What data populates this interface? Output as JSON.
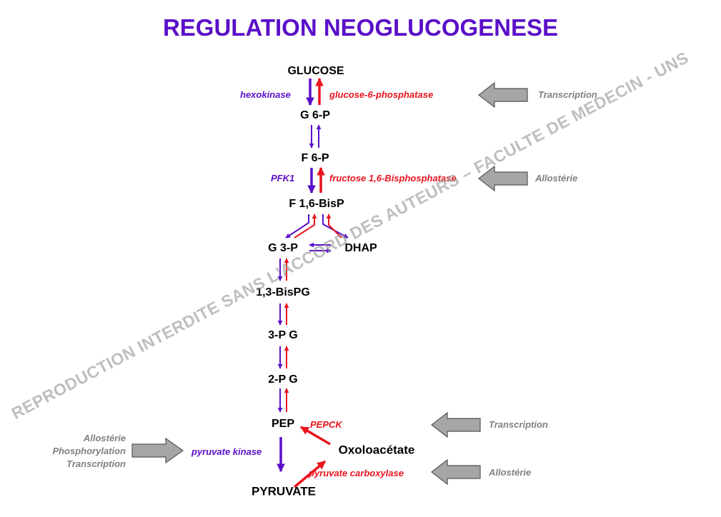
{
  "title": "REGULATION  NEOGLUCOGENESE",
  "watermark": "REPRODUCTION INTERDITE SANS L'ACCORD DES AUTEURS – FACULTE DE MEDECIN - UNS",
  "metabolites": {
    "glucose": "GLUCOSE",
    "g6p": "G 6-P",
    "f6p": "F 6-P",
    "f16bisp": "F 1,6-BisP",
    "g3p": "G 3-P",
    "dhap": "DHAP",
    "bispg13": "1,3-BisPG",
    "pg3": "3-P G",
    "pg2": "2-P G",
    "pep": "PEP",
    "oxaloacetate": "Oxoloacétate",
    "pyruvate": "PYRUVATE"
  },
  "enzymes": {
    "hexokinase": "hexokinase",
    "g6pase": "glucose-6-phosphatase",
    "pfk1": "PFK1",
    "f16bpase": "fructose 1,6-Bisphosphatase",
    "pepck": "PEPCK",
    "pyruvate_kinase": "pyruvate kinase",
    "pyruvate_carboxylase": "pyruvate carboxylase"
  },
  "regulation": {
    "g6pase": "Transcription",
    "f16bpase": "Allostérie",
    "pepck": "Transcription",
    "pyruvate_carboxylase": "Allostérie",
    "pyruvate_kinase_lines": [
      "Allostérie",
      "Phosphorylation",
      "Transcription"
    ]
  },
  "colors": {
    "title": "#5a0fc8",
    "glycolysis": "#5a0fc8",
    "gluconeogenesis": "#e8141e",
    "regulation": "#808080",
    "reg_arrow_fill": "#a6a6a6"
  }
}
